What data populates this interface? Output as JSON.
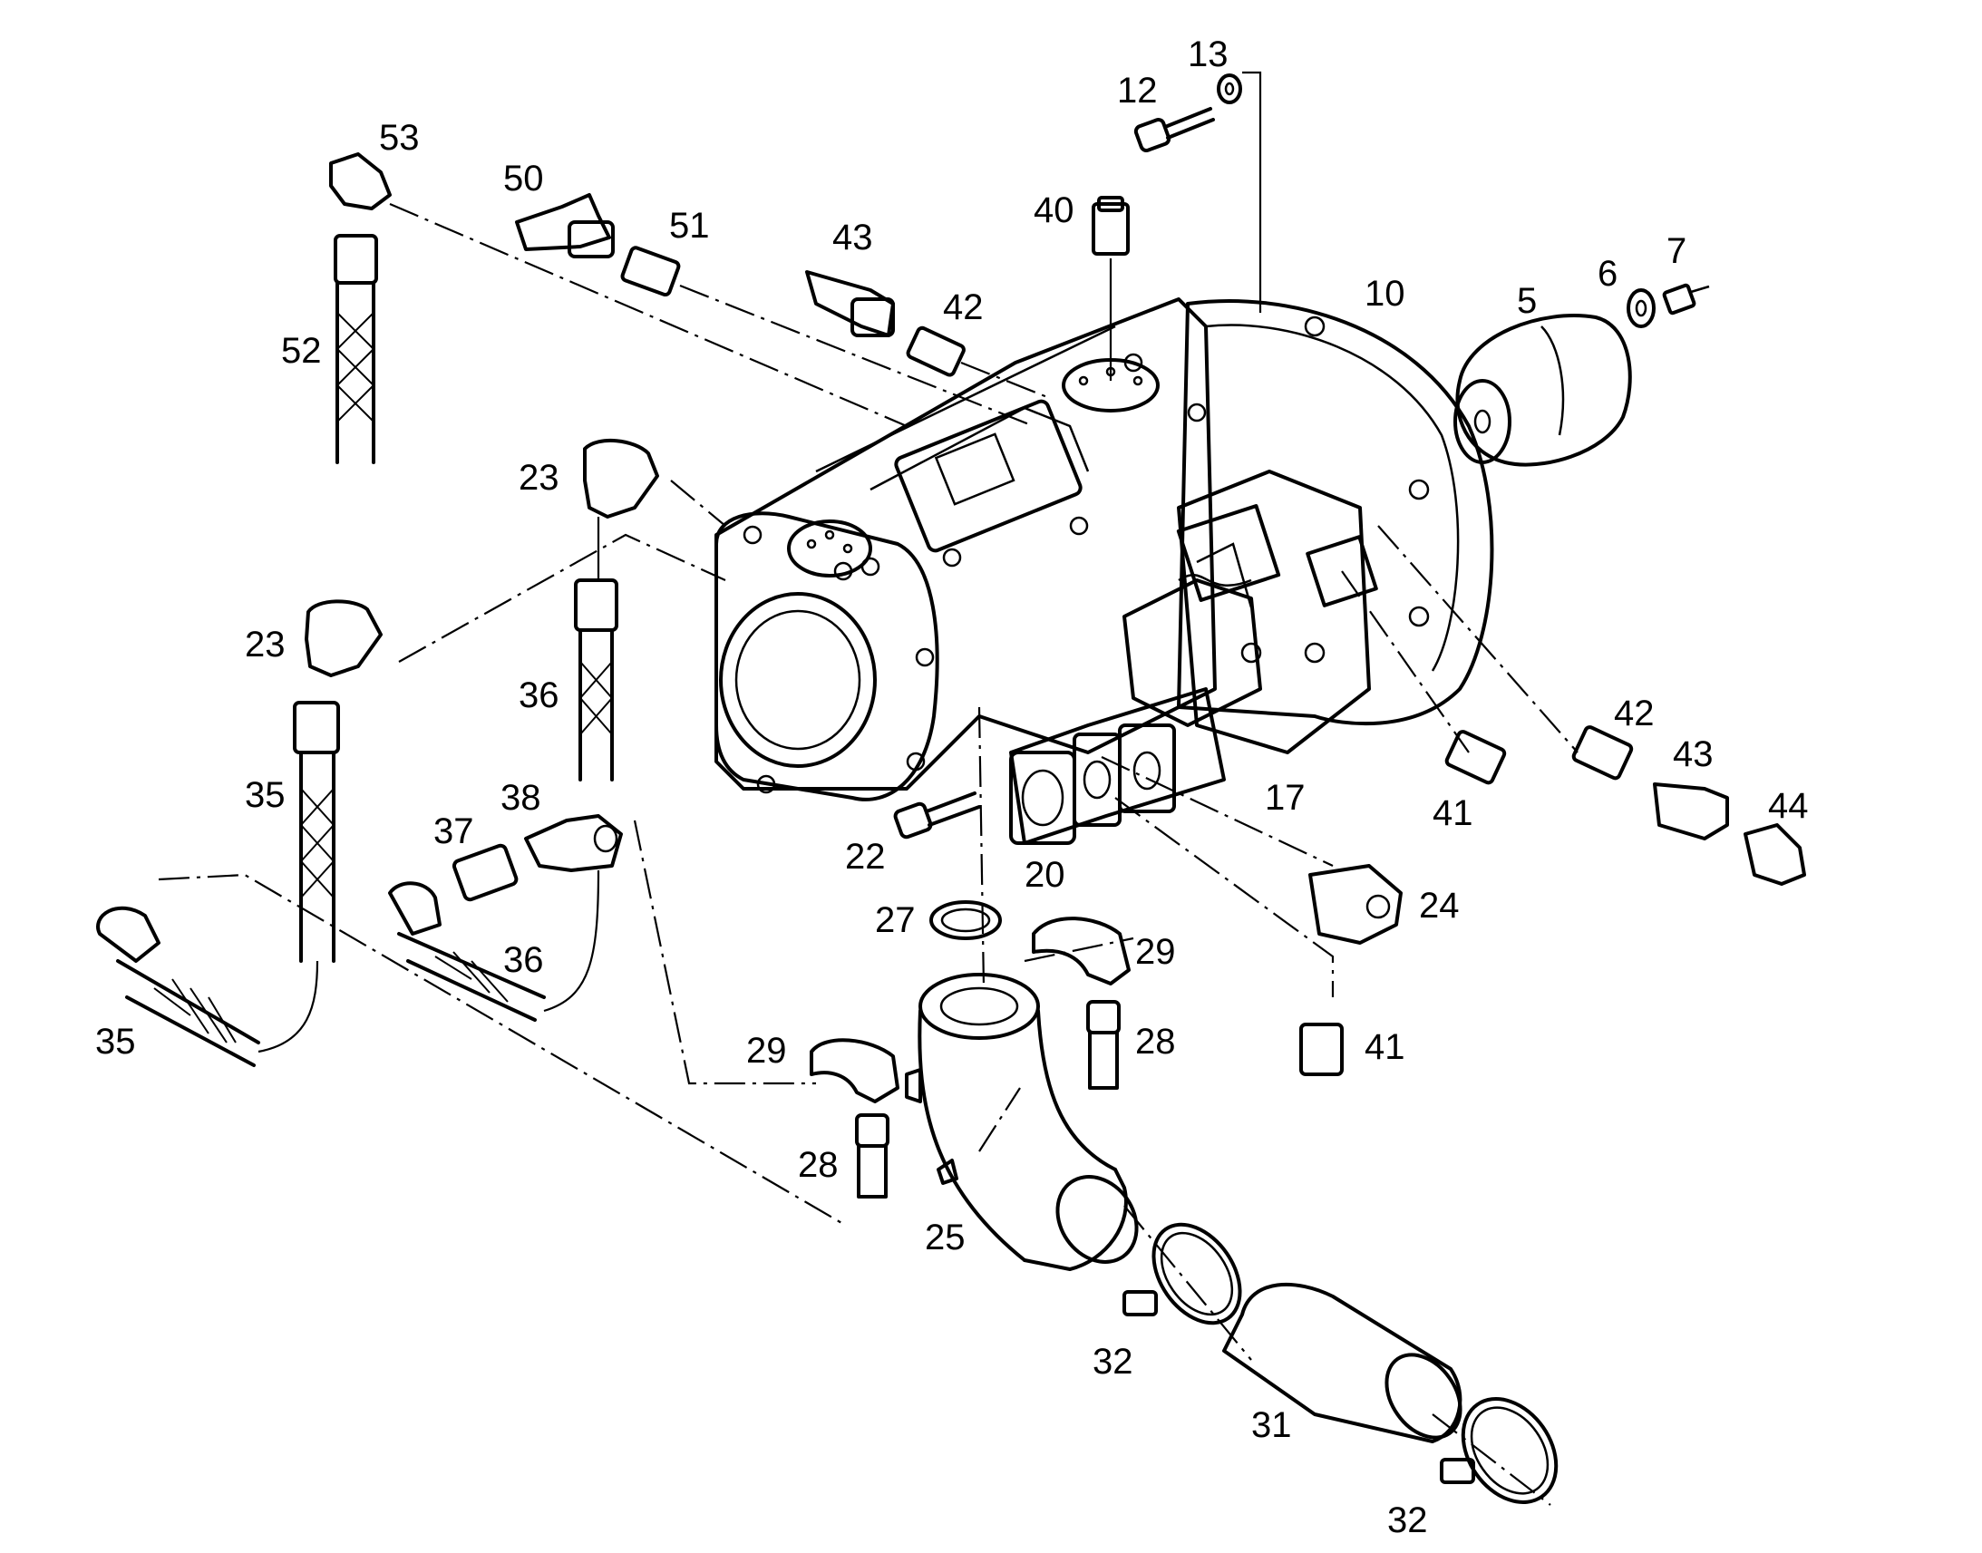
{
  "diagram": {
    "callouts": [
      {
        "id": "c12",
        "text": "12"
      },
      {
        "id": "c13",
        "text": "13"
      },
      {
        "id": "c53",
        "text": "53"
      },
      {
        "id": "c50",
        "text": "50"
      },
      {
        "id": "c51",
        "text": "51"
      },
      {
        "id": "c43a",
        "text": "43"
      },
      {
        "id": "c40",
        "text": "40"
      },
      {
        "id": "c42a",
        "text": "42"
      },
      {
        "id": "c10",
        "text": "10"
      },
      {
        "id": "c5",
        "text": "5"
      },
      {
        "id": "c6",
        "text": "6"
      },
      {
        "id": "c7",
        "text": "7"
      },
      {
        "id": "c52",
        "text": "52"
      },
      {
        "id": "c23a",
        "text": "23"
      },
      {
        "id": "c23b",
        "text": "23"
      },
      {
        "id": "c36a",
        "text": "36"
      },
      {
        "id": "c35a",
        "text": "35"
      },
      {
        "id": "c37",
        "text": "37"
      },
      {
        "id": "c38",
        "text": "38"
      },
      {
        "id": "c36b",
        "text": "36"
      },
      {
        "id": "c35b",
        "text": "35"
      },
      {
        "id": "c22",
        "text": "22"
      },
      {
        "id": "c20",
        "text": "20"
      },
      {
        "id": "c17",
        "text": "17"
      },
      {
        "id": "c41a",
        "text": "41"
      },
      {
        "id": "c42b",
        "text": "42"
      },
      {
        "id": "c43b",
        "text": "43"
      },
      {
        "id": "c44",
        "text": "44"
      },
      {
        "id": "c27",
        "text": "27"
      },
      {
        "id": "c24",
        "text": "24"
      },
      {
        "id": "c29a",
        "text": "29"
      },
      {
        "id": "c29b",
        "text": "29"
      },
      {
        "id": "c28a",
        "text": "28"
      },
      {
        "id": "c28b",
        "text": "28"
      },
      {
        "id": "c41b",
        "text": "41"
      },
      {
        "id": "c25",
        "text": "25"
      },
      {
        "id": "c32a",
        "text": "32"
      },
      {
        "id": "c31",
        "text": "31"
      },
      {
        "id": "c32b",
        "text": "32"
      }
    ]
  }
}
